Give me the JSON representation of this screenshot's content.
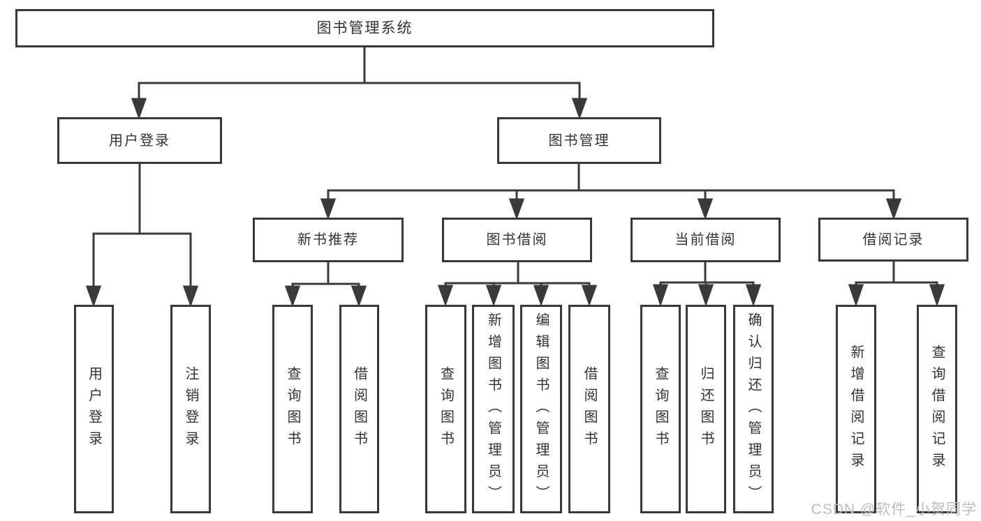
{
  "diagram": {
    "root": {
      "label": "图书管理系统",
      "children": [
        {
          "label": "用户登录",
          "children": [
            {
              "label": "用户登录"
            },
            {
              "label": "注销登录"
            }
          ]
        },
        {
          "label": "图书管理",
          "children": [
            {
              "label": "新书推荐",
              "children": [
                {
                  "label": "查询图书"
                },
                {
                  "label": "借阅图书"
                }
              ]
            },
            {
              "label": "图书借阅",
              "children": [
                {
                  "label": "查询图书"
                },
                {
                  "label": "新增图书（管理员）"
                },
                {
                  "label": "编辑图书（管理员）"
                },
                {
                  "label": "借阅图书"
                }
              ]
            },
            {
              "label": "当前借阅",
              "children": [
                {
                  "label": "查询图书"
                },
                {
                  "label": "归还图书"
                },
                {
                  "label": "确认归还（管理员）"
                }
              ]
            },
            {
              "label": "借阅记录",
              "children": [
                {
                  "label": "新增借阅记录"
                },
                {
                  "label": "查询借阅记录"
                }
              ]
            }
          ]
        }
      ]
    }
  },
  "watermark": {
    "text": "CSDN @软件_小贺同学"
  },
  "colors": {
    "line": "#3a3a3a",
    "box_border": "#383838",
    "text": "#333333",
    "watermark": "#bcbcbc",
    "background": "#ffffff"
  }
}
